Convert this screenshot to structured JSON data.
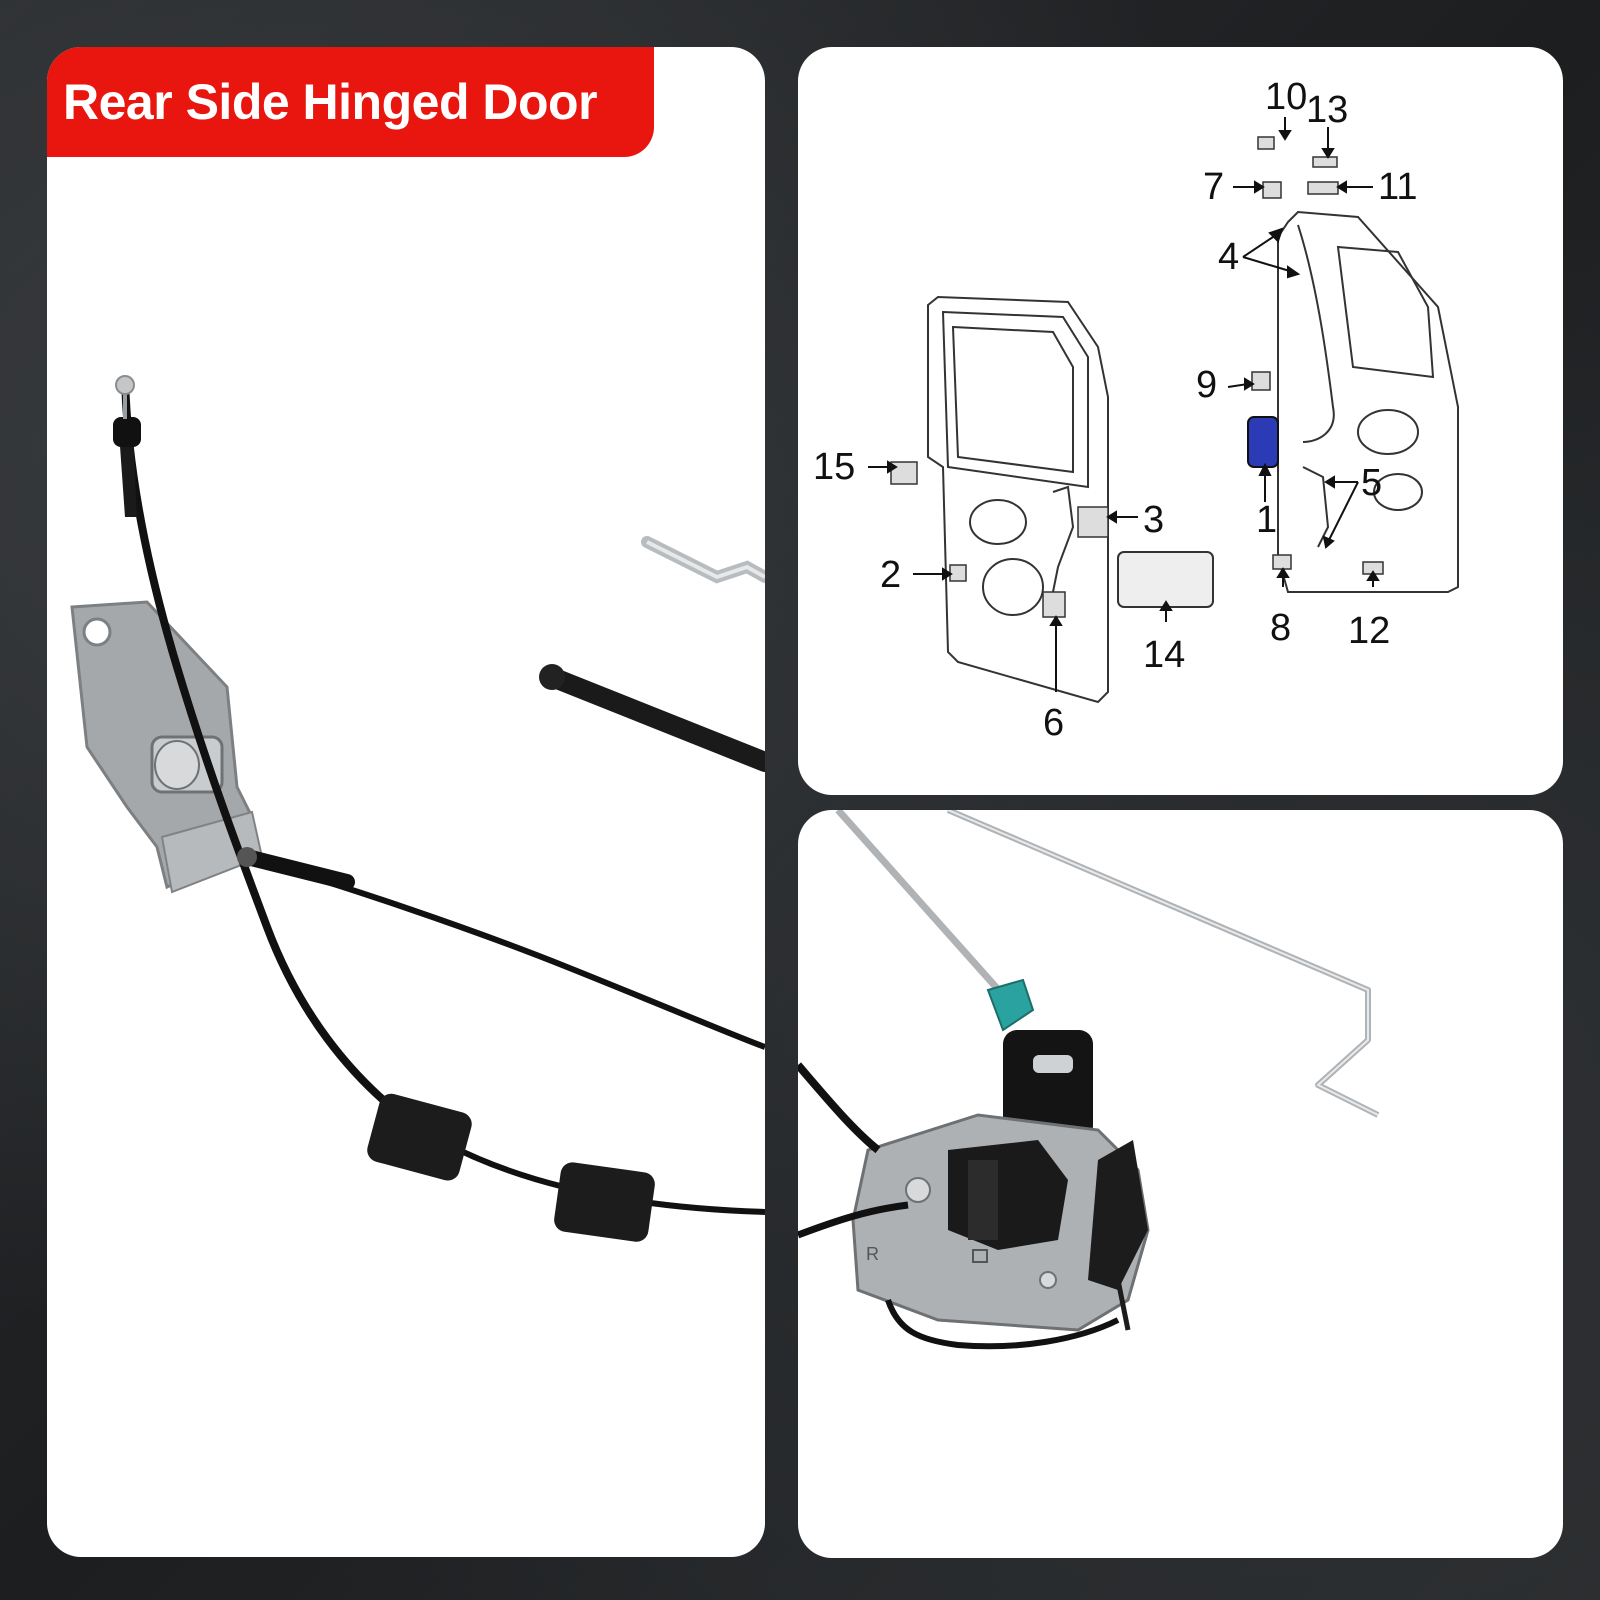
{
  "title": "Rear Side Hinged Door",
  "colors": {
    "banner": "#e8160f",
    "banner_text": "#ffffff",
    "highlight_part": "#2a3bb5",
    "clip_accent": "#2aa3a0"
  },
  "diagram": {
    "callouts": [
      {
        "label": "1"
      },
      {
        "label": "2"
      },
      {
        "label": "3"
      },
      {
        "label": "4"
      },
      {
        "label": "5"
      },
      {
        "label": "6"
      },
      {
        "label": "7"
      },
      {
        "label": "8"
      },
      {
        "label": "9"
      },
      {
        "label": "10"
      },
      {
        "label": "11"
      },
      {
        "label": "12"
      },
      {
        "label": "13"
      },
      {
        "label": "14"
      },
      {
        "label": "15"
      }
    ]
  },
  "latch_marking": "R"
}
